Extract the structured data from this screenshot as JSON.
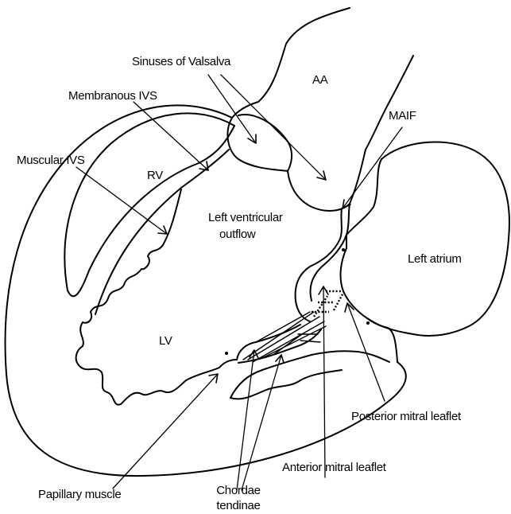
{
  "labels": {
    "sinuses_of_valsalva": "Sinuses of Valsalva",
    "aa": "AA",
    "membranous_ivs": "Membranous IVS",
    "maif": "MAIF",
    "muscular_ivs": "Muscular IVS",
    "rv": "RV",
    "lvot_line1": "Left ventricular",
    "lvot_line2": "outflow",
    "left_atrium": "Left atrium",
    "lv": "LV",
    "posterior_mitral_leaflet": "Posterior mitral leaflet",
    "anterior_mitral_leaflet": "Anterior mitral leaflet",
    "papillary_muscle": "Papillary muscle",
    "chordae_line1": "Chordae",
    "chordae_line2": "tendinae"
  }
}
